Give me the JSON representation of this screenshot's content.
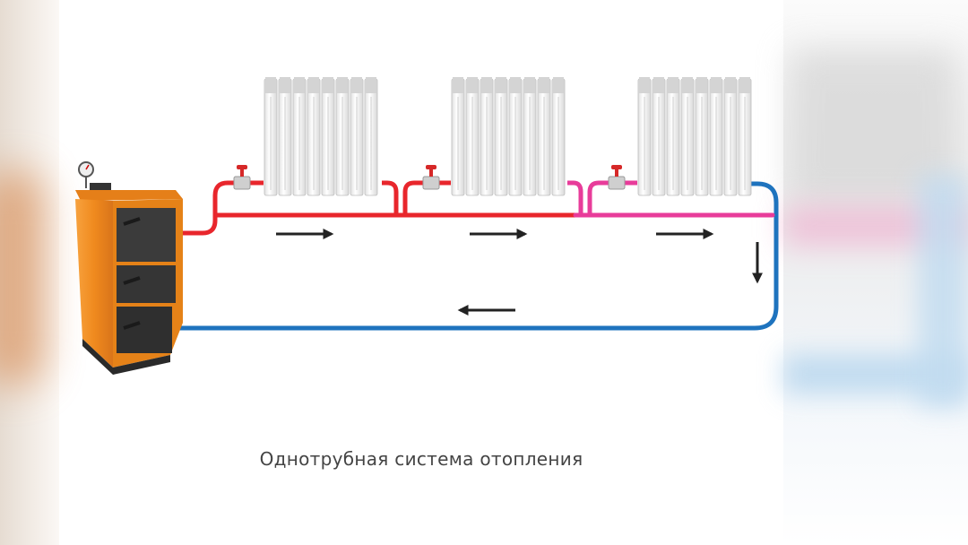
{
  "caption": "Однотрубная система отопления",
  "colors": {
    "hot_pipe": "#e8262c",
    "warm_pipe": "#e83c9a",
    "return_pipe": "#1e73be",
    "boiler_body": "#f08a1e",
    "boiler_panel": "#3b3b3b",
    "radiator": "#f2f2f2",
    "arrow": "#222222"
  },
  "components": {
    "boiler": "boiler",
    "radiators": [
      "radiator-1",
      "radiator-2",
      "radiator-3"
    ],
    "valves": [
      "valve-1",
      "valve-2",
      "valve-3"
    ],
    "flow_arrows": [
      "right",
      "right",
      "right",
      "down",
      "left"
    ]
  }
}
